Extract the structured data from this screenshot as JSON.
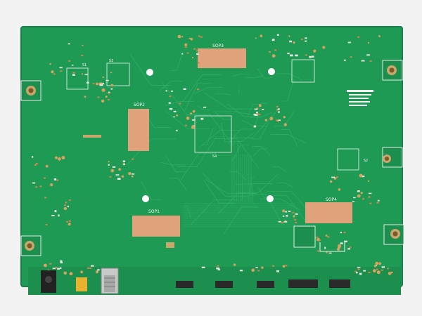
{
  "photo": {
    "background_color": "#f2f2f2",
    "board_color": "#1f9a55",
    "board_edge_color": "#17804a",
    "pad_color": "#e0a27a",
    "trace_color": "#2fb068",
    "silk_color": "#f4f4f0",
    "hole_color": "#ffffff"
  },
  "labels": {
    "sop1": "SOP1",
    "sop2": "SOP2",
    "sop3": "SOP3",
    "sop4": "SOP4",
    "s1": "S1",
    "s2": "S2",
    "s3": "S3",
    "s4": "S4"
  }
}
